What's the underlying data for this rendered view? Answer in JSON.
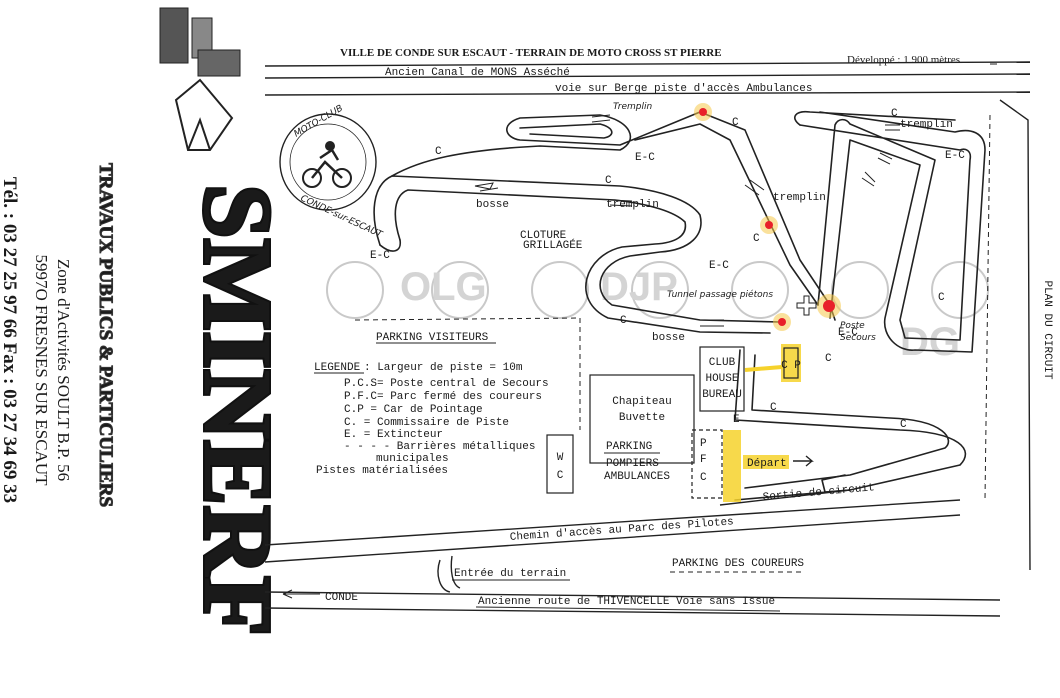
{
  "header": {
    "title": "VILLE DE CONDE SUR ESCAUT - TERRAIN DE MOTO CROSS ST PIERRE",
    "length": "Développé : 1 900 mètres"
  },
  "roads": {
    "canal": "Ancien Canal de MONS Asséché",
    "berge": "voie sur Berge   piste d'accès Ambulances",
    "chemin": "Chemin d'accès au Parc des Pilotes",
    "entree": "Entrée du terrain",
    "conde": "CONDE",
    "route": "Ancienne route de THIVENCELLE   Voie sans Issue",
    "sortie": "Sortie de circuit"
  },
  "side_label": "PLAN DU CIRCUIT",
  "club": {
    "top": "MOTO-CLUB",
    "bottom": "CONDE-sur-ESCAUT"
  },
  "track_labels": {
    "tremplin_hand": "Tremplin",
    "c1": "C",
    "c2": "C",
    "c3": "C",
    "c4": "C",
    "c5": "C",
    "c6": "C",
    "c7": "C",
    "c8": "C",
    "c9": "C",
    "c10": "C",
    "ec1": "E-C",
    "ec2": "E-C",
    "ec3": "E-C",
    "ec4": "E-C",
    "ec5": "E-C",
    "bosse1": "bosse",
    "bosse2": "bosse",
    "tremplin1": "tremplin",
    "tremplin2": "tremplin",
    "tremplin3": "tremplin",
    "cloture1": "CLOTURE",
    "cloture2": "GRILLAGÉE",
    "tunnel": "Tunnel passage piétons",
    "poste1": "Poste",
    "poste2": "Secours",
    "depart": "Départ",
    "cp": "C P"
  },
  "areas": {
    "parking_visiteurs": "PARKING VISITEURS",
    "chapiteau1": "Chapiteau",
    "chapiteau2": "Buvette",
    "club1": "CLUB",
    "club2": "HOUSE",
    "club3": "BUREAU",
    "wc1": "W",
    "wc2": "C",
    "parking": "PARKING",
    "pompiers1": "POMPIERS",
    "pompiers2": "AMBULANCES",
    "pfc1": "P",
    "pfc2": "F",
    "pfc3": "C",
    "e_label": "E",
    "parking_coureurs": "PARKING DES COUREURS"
  },
  "legend": {
    "title": "LEGENDE",
    "width": ": Largeur de piste = 10m",
    "items": [
      "P.C.S= Poste central de Secours",
      "P.F.C= Parc fermé des coureurs",
      "C.P  = Car de Pointage",
      "C.   = Commissaire de Piste",
      "E.   = Extincteur",
      "- - - - Barrières métalliques",
      "municipales",
      "Pistes matérialisées"
    ]
  },
  "company": {
    "logo_text": "SMINERF",
    "tagline": "TRAVAUX PUBLICS & PARTICULIERS",
    "address1": "Zone d'Activités SOULT B.P. 56",
    "address2": "5997O FRESNES SUR ESCAUT",
    "phone": "Tél. : 03 27 25 97 66   Fax : 03 27 34 69 33"
  },
  "watermark": [
    "OLG",
    "DJP",
    "DG"
  ],
  "colors": {
    "highlight": "#f6d22b",
    "marker": "#e8202a",
    "ink": "#1a1a1a"
  }
}
